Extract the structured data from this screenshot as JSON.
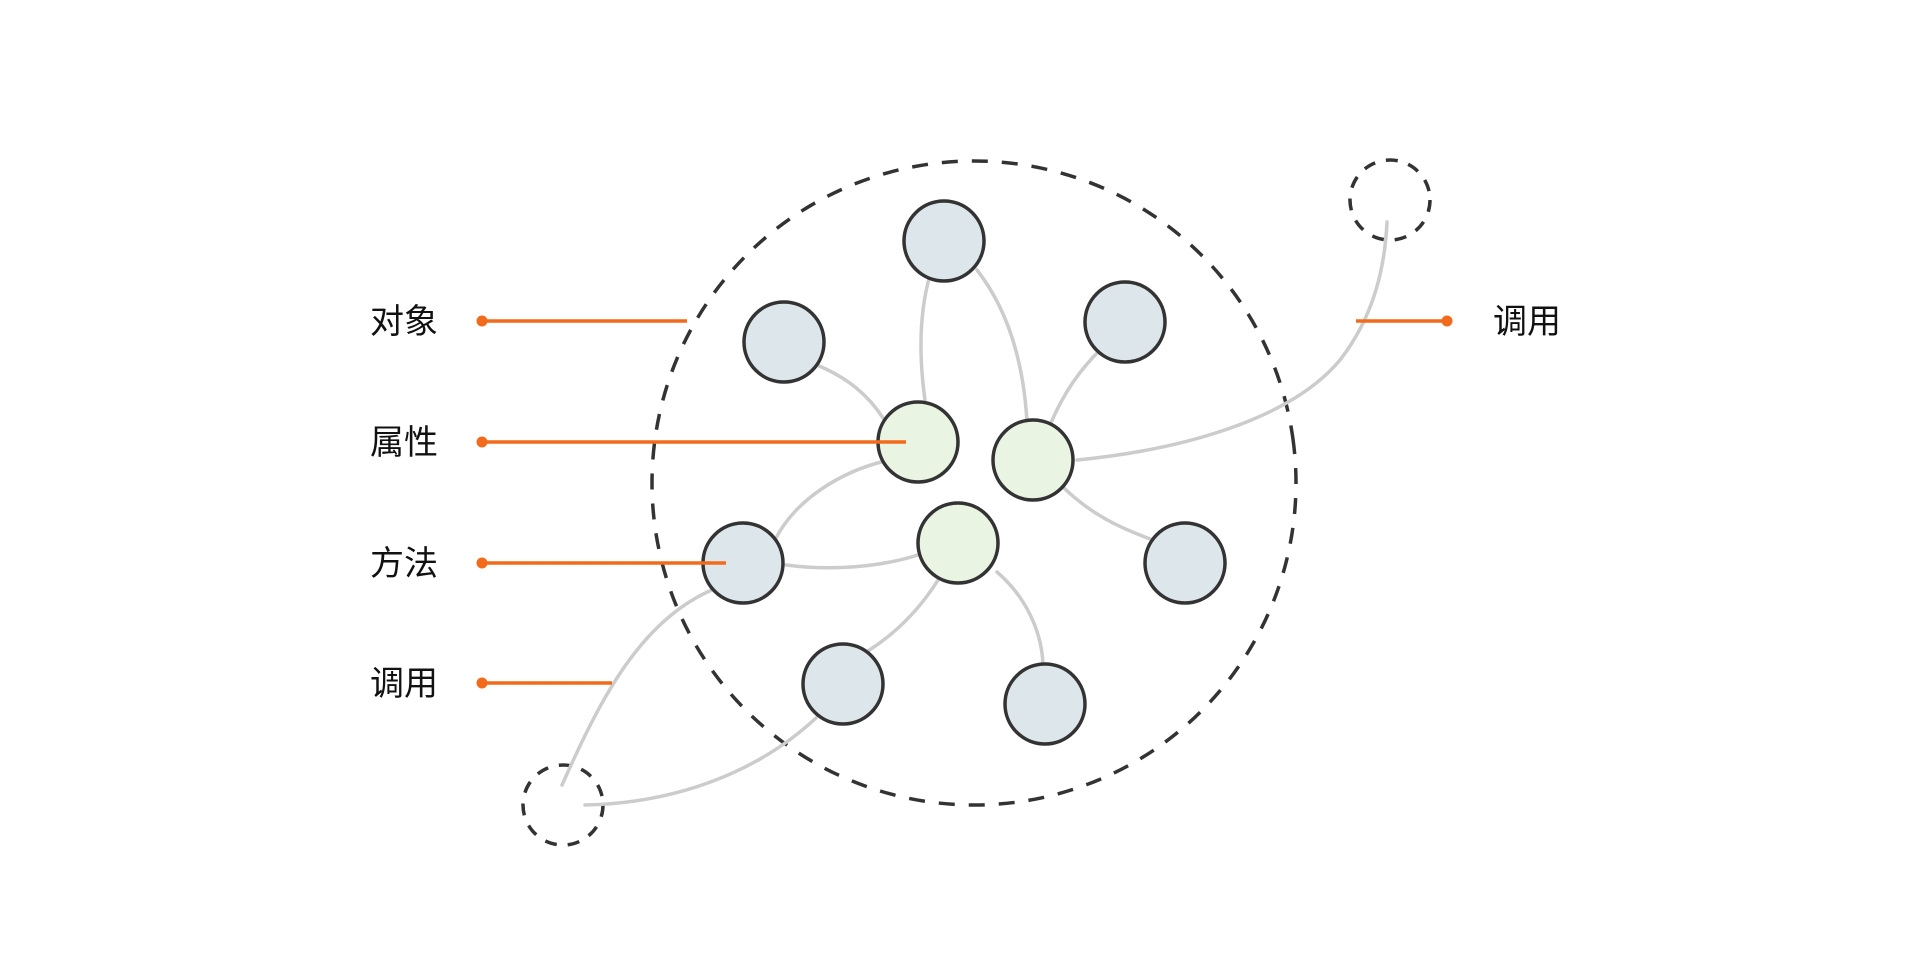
{
  "labels": {
    "object": "对象",
    "attribute": "属性",
    "method": "方法",
    "call_left": "调用",
    "call_right": "调用"
  },
  "colors": {
    "accent": "#f26b1d",
    "node_fill_blue": "#dde6eb",
    "node_fill_green": "#e9f4e2",
    "node_stroke": "#333333",
    "edge": "#cccccc",
    "dashed": "#333333"
  }
}
